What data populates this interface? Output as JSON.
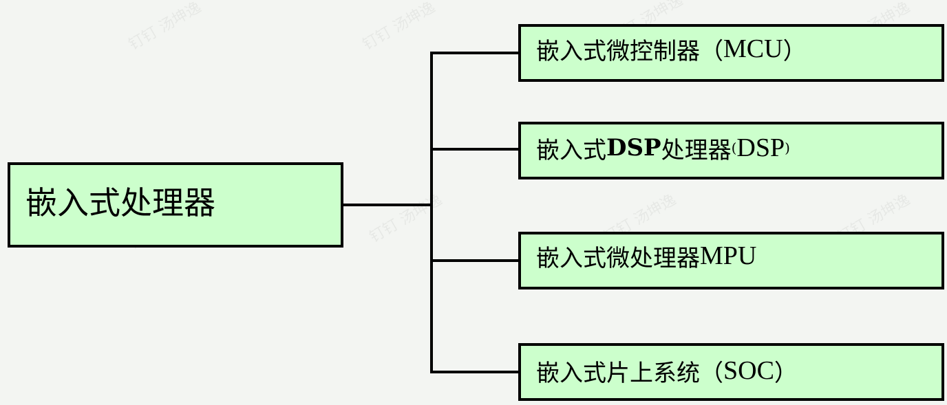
{
  "diagram": {
    "root": {
      "label": "嵌入式处理器"
    },
    "children": [
      {
        "label_prefix": "嵌入式微控制器（",
        "label_latin": "MCU",
        "label_suffix": "）"
      },
      {
        "label_prefix": "嵌入式",
        "label_bold": "DSP",
        "label_mid": "处理器",
        "label_small_open": "(",
        "label_latin": "DSP",
        "label_small_close": ")"
      },
      {
        "label_prefix": "嵌入式微处理器",
        "label_latin": "MPU"
      },
      {
        "label_prefix": "嵌入式片上系统（",
        "label_latin": "SOC",
        "label_suffix": "）"
      }
    ]
  },
  "watermark": {
    "text": "钉钉 汤坤逸"
  },
  "colors": {
    "box_fill": "#ccffcc",
    "border": "#000000",
    "background": "#f3f5f2"
  }
}
